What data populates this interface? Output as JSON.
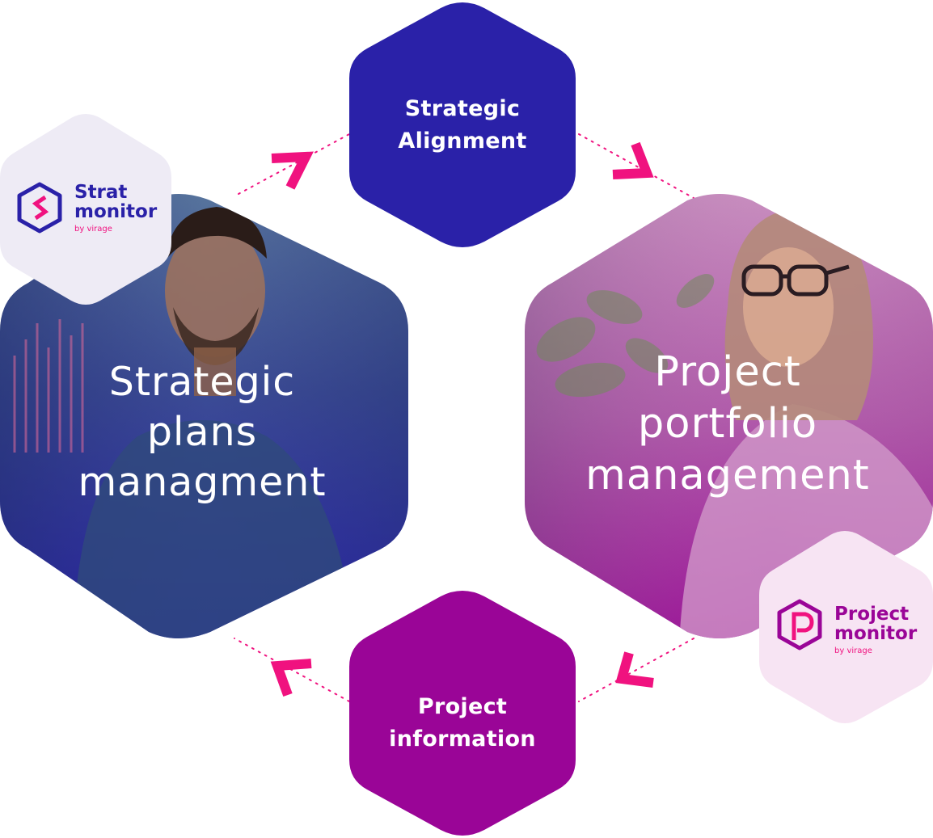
{
  "diagram": {
    "strategic_alignment": {
      "line1": "Strategic",
      "line2": "Alignment"
    },
    "project_information": {
      "line1": "Project",
      "line2": "information"
    },
    "strategic_plans": {
      "line1": "Strategic",
      "line2": "plans",
      "line3": "managment"
    },
    "portfolio": {
      "line1": "Project",
      "line2": "portfolio",
      "line3": "management"
    },
    "strat_logo": {
      "line1": "Strat",
      "line2": "monitor",
      "byline": "by virage"
    },
    "project_logo": {
      "line1": "Project",
      "line2": "monitor",
      "byline": "by virage"
    }
  },
  "colors": {
    "navy": "#2A21A8",
    "purple": "#9A0597",
    "pink_arrow": "#F0127F",
    "logo_bg_left": "#EEEBF5",
    "logo_bg_right": "#F7E4F3"
  }
}
